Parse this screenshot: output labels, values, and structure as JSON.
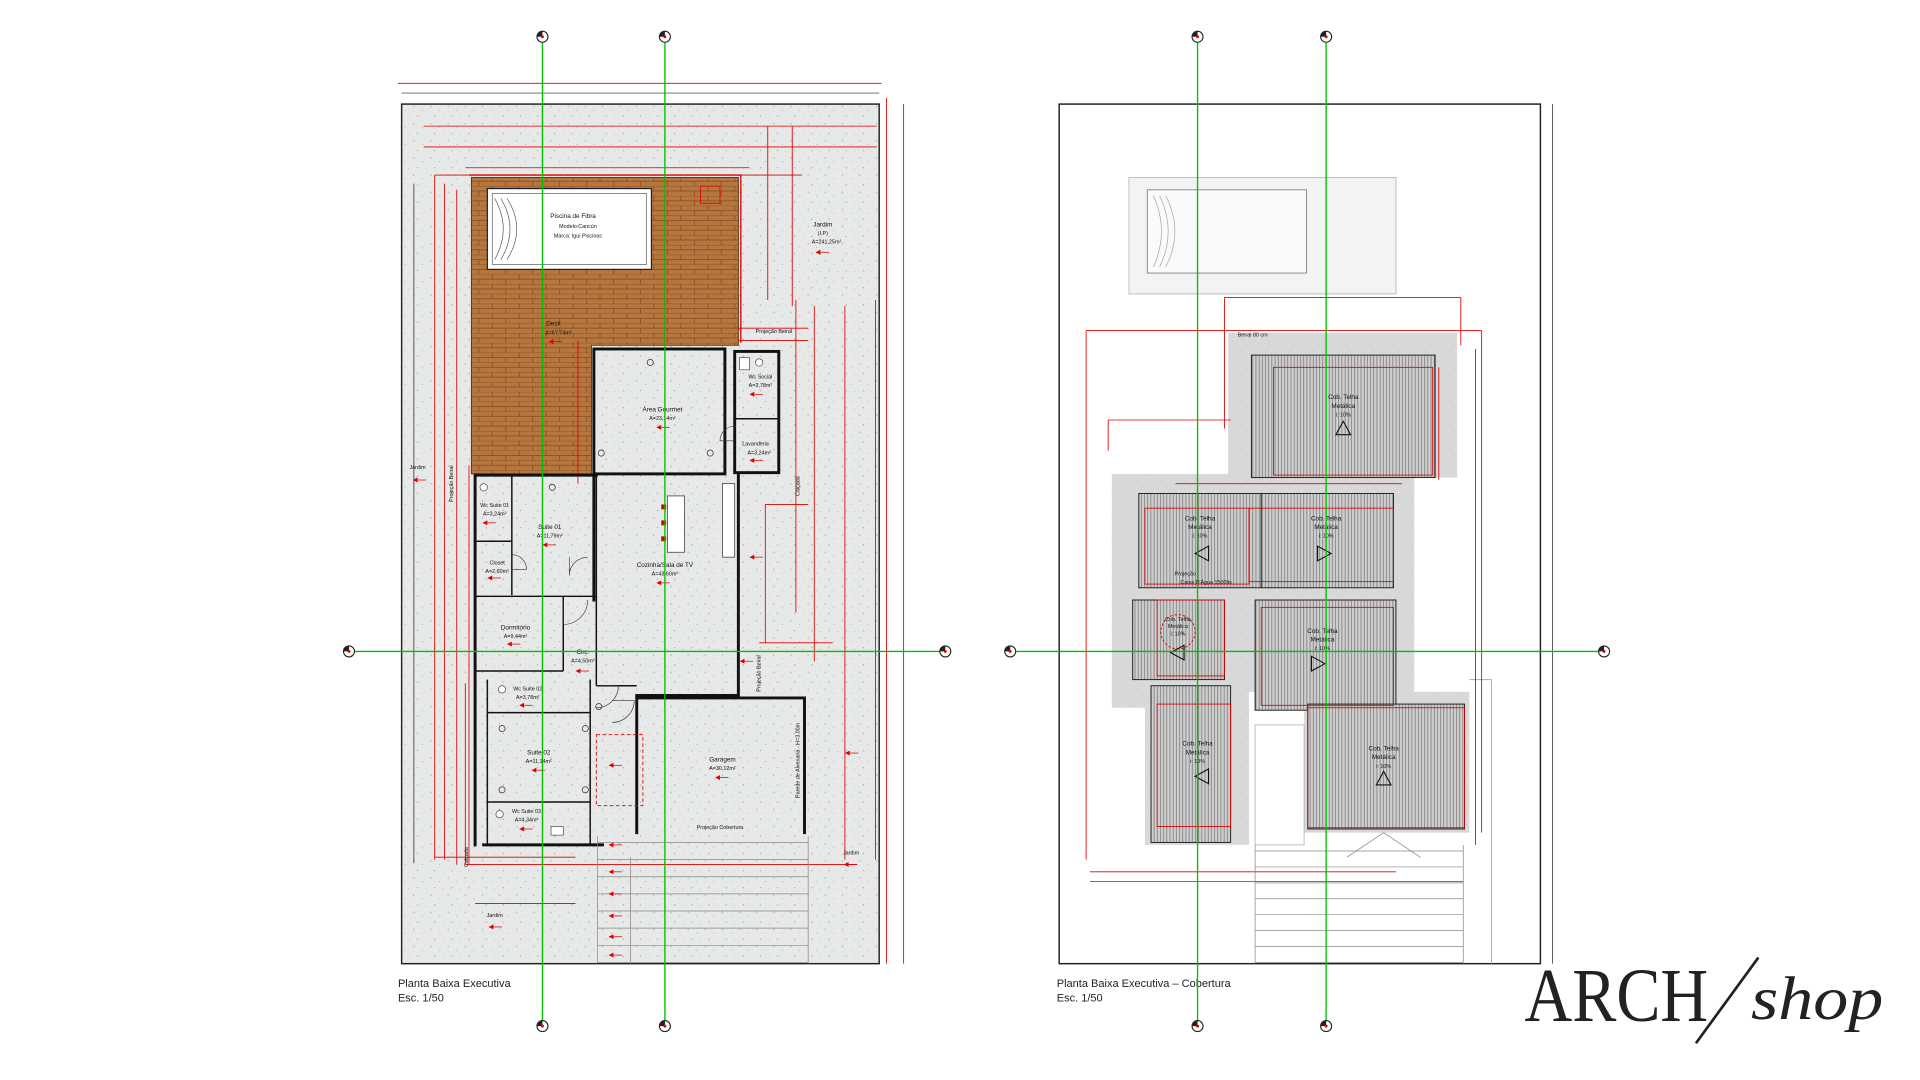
{
  "left_plan": {
    "title": "Planta Baixa Executiva",
    "scale": "Esc. 1/50",
    "pool": {
      "name": "Piscina de Fibra",
      "model": "Modelo:Cancún",
      "brand": "Marca: Igui Piscinas"
    },
    "rooms": [
      {
        "name": "Deck",
        "area": "A=67,74m²"
      },
      {
        "name": "Jardim",
        "subtitle": "(I.P)",
        "area": "A=241,25m²"
      },
      {
        "name": "Área Gourmet",
        "area": "A=23,14m²"
      },
      {
        "name": "Wc Social",
        "area": "A=3,78m²"
      },
      {
        "name": "Lavanderia",
        "area": "A=3,24m²"
      },
      {
        "name": "Suite 01",
        "area": "A=11,79m²"
      },
      {
        "name": "Wc Suite 01",
        "area": "A=3,24m²"
      },
      {
        "name": "Closet",
        "area": "A=2,60m²"
      },
      {
        "name": "Dormitório",
        "area": "A=9,44m²"
      },
      {
        "name": "Cozinha/Sala de TV",
        "area": "A=43,60m²"
      },
      {
        "name": "Circ.",
        "area": "A=4,50m²"
      },
      {
        "name": "Wc Suite 02",
        "area": "A=3,78m²"
      },
      {
        "name": "Suite 02",
        "area": "A=11,14m²"
      },
      {
        "name": "Wc Suite 03",
        "area": "A=4,34m²"
      },
      {
        "name": "Garagem",
        "area": "A=30,12m²"
      }
    ],
    "annotations": {
      "projecao_beiral": "Projeção Beiral",
      "projecao_cobertura": "Projeção Cobertura",
      "jardim": "Jardim",
      "calcada": "Calçada",
      "parede": "Parede de Alvenaria - H=3,00m"
    }
  },
  "right_plan": {
    "title": "Planta Baixa Executiva – Cobertura",
    "scale": "Esc. 1/50",
    "eave": "Beiral 80 cm",
    "roof_panels": [
      {
        "line1": "Cob. Telha",
        "line2": "Metálica",
        "slope": "i: 10%"
      },
      {
        "line1": "Cob. Telha",
        "line2": "Metálica",
        "slope": "i: 10%"
      },
      {
        "line1": "Cob. Telha",
        "line2": "Metálica",
        "slope": "i: 10%"
      },
      {
        "line1": "Cob. Telha",
        "line2": "Metálica",
        "slope": "i: 10%"
      },
      {
        "line1": "Cob. Telha",
        "line2": "Metálica",
        "slope": "i: 10%"
      },
      {
        "line1": "Cob. Telha",
        "line2": "Metálica",
        "slope": "i: 10%"
      },
      {
        "line1": "Cob. Telha",
        "line2": "Metálica",
        "slope": "i: 10%"
      }
    ],
    "water_tank": {
      "line1": "Projeção",
      "line2": "Caixa D'Água 1500lts"
    }
  },
  "logo": {
    "main": "ARCH",
    "script": "shop"
  },
  "colors": {
    "wall": "#111111",
    "dimension": "#e00000",
    "axis": "#00c000",
    "deck": "#b8763f",
    "roof": "#d6d6d6"
  }
}
